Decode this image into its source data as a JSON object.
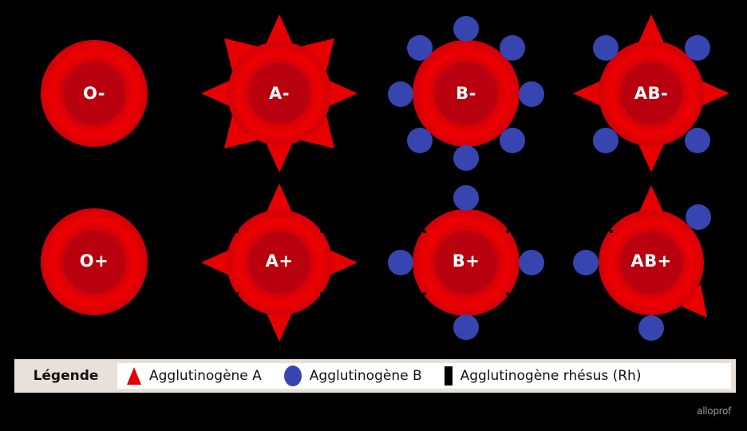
{
  "colors": {
    "background": "#000000",
    "cell_outer": "#e60000",
    "cell_inner": "#b8000f",
    "antigen_a": "#e60000",
    "antigen_b": "#3645b0",
    "rhesus": "#000000",
    "legend_bg": "#e8e1da",
    "legend_inner_bg": "#ffffff"
  },
  "cells": [
    {
      "label": "O-",
      "row": 1,
      "col": 1,
      "antigen_a": 0,
      "antigen_b": 0,
      "rhesus": false
    },
    {
      "label": "A-",
      "row": 1,
      "col": 2,
      "antigen_a": 8,
      "antigen_b": 0,
      "rhesus": false
    },
    {
      "label": "B-",
      "row": 1,
      "col": 3,
      "antigen_a": 0,
      "antigen_b": 8,
      "rhesus": false
    },
    {
      "label": "AB-",
      "row": 1,
      "col": 4,
      "antigen_a": 4,
      "antigen_b": 4,
      "rhesus": false
    },
    {
      "label": "O+",
      "row": 2,
      "col": 1,
      "antigen_a": 0,
      "antigen_b": 0,
      "rhesus": true
    },
    {
      "label": "A+",
      "row": 2,
      "col": 2,
      "antigen_a": 4,
      "antigen_b": 0,
      "rhesus": true
    },
    {
      "label": "B+",
      "row": 2,
      "col": 3,
      "antigen_a": 0,
      "antigen_b": 4,
      "rhesus": true
    },
    {
      "label": "AB+",
      "row": 2,
      "col": 4,
      "antigen_a": 2,
      "antigen_b": 3,
      "rhesus": true
    }
  ],
  "legend": {
    "title": "Légende",
    "items": [
      {
        "icon": "triangle-icon",
        "label": "Agglutinogène A"
      },
      {
        "icon": "circle-icon",
        "label": "Agglutinogène B"
      },
      {
        "icon": "rectangle-icon",
        "label": "Agglutinogène rhésus (Rh)"
      }
    ]
  },
  "brand": "alloprof"
}
